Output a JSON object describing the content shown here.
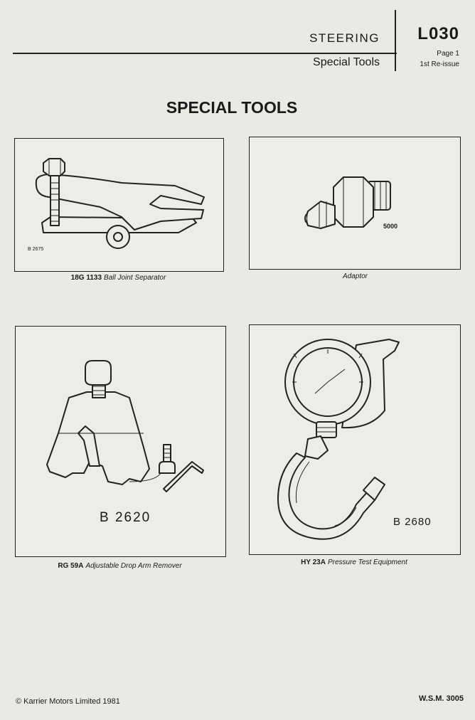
{
  "header": {
    "section": "STEERING",
    "subsection": "Special Tools",
    "code": "L030",
    "page": "Page 1",
    "issue": "1st Re-issue"
  },
  "title": "SPECIAL TOOLS",
  "tools": [
    {
      "part_no": "18G 1133",
      "name": "Ball Joint Separator",
      "ref": "B 2675"
    },
    {
      "part_no": "",
      "name": "Adaptor",
      "ref": "5000"
    },
    {
      "part_no": "RG 59A",
      "name": "Adjustable Drop Arm Remover",
      "ref": "B 2620"
    },
    {
      "part_no": "HY 23A",
      "name": "Pressure Test Equipment",
      "ref": "B 2680"
    }
  ],
  "footer": {
    "copyright": "© Karrier Motors Limited 1981",
    "manual": "W.S.M. 3005"
  }
}
